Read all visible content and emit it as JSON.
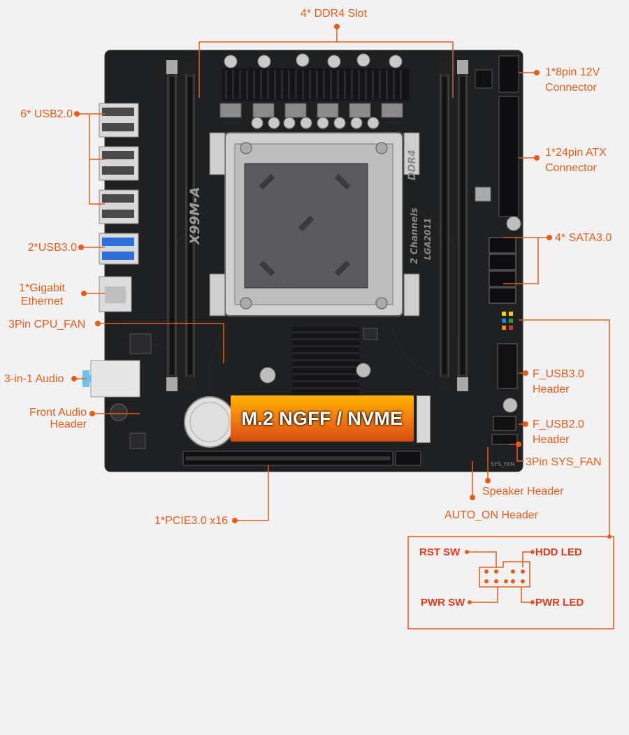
{
  "board": {
    "model": "X99M-A",
    "memory_text": "DDR4",
    "channels_text": "2 Channels",
    "socket_text": "LGA2011",
    "socket_mark": "2011-3",
    "m2_banner": "M.2 NGFF / NVME",
    "fp_silk": "SYS_FAN"
  },
  "labels": {
    "ddr4_slot": "4* DDR4 Slot",
    "pin8_line1": "1*8pin 12V",
    "pin8_line2": "Connector",
    "usb2": "6* USB2.0",
    "atx_line1": "1*24pin ATX",
    "atx_line2": "Connector",
    "sata": "4* SATA3.0",
    "usb3": "2*USB3.0",
    "eth_line1": "1*Gigabit",
    "eth_line2": "Ethernet",
    "cpu_fan": "3Pin CPU_FAN",
    "f_usb3_line1": "F_USB3.0",
    "f_usb3_line2": "Header",
    "audio": "3-in-1 Audio",
    "front_audio_line1": "Front Audio",
    "front_audio_line2": "Header",
    "f_usb2_line1": "F_USB2.0",
    "f_usb2_line2": "Header",
    "sys_fan": "3Pin SYS_FAN",
    "speaker": "Speaker Header",
    "pcie": "1*PCIE3.0 x16",
    "auto_on": "AUTO_ON Header"
  },
  "front_panel": {
    "rst_sw": "RST SW",
    "hdd_led": "HDD LED",
    "pwr_sw": "PWR SW",
    "pwr_led": "PWR LED"
  },
  "colors": {
    "accent": "#e85d1a",
    "pcb": "#1e1f21",
    "background": "#f2f2f2"
  }
}
